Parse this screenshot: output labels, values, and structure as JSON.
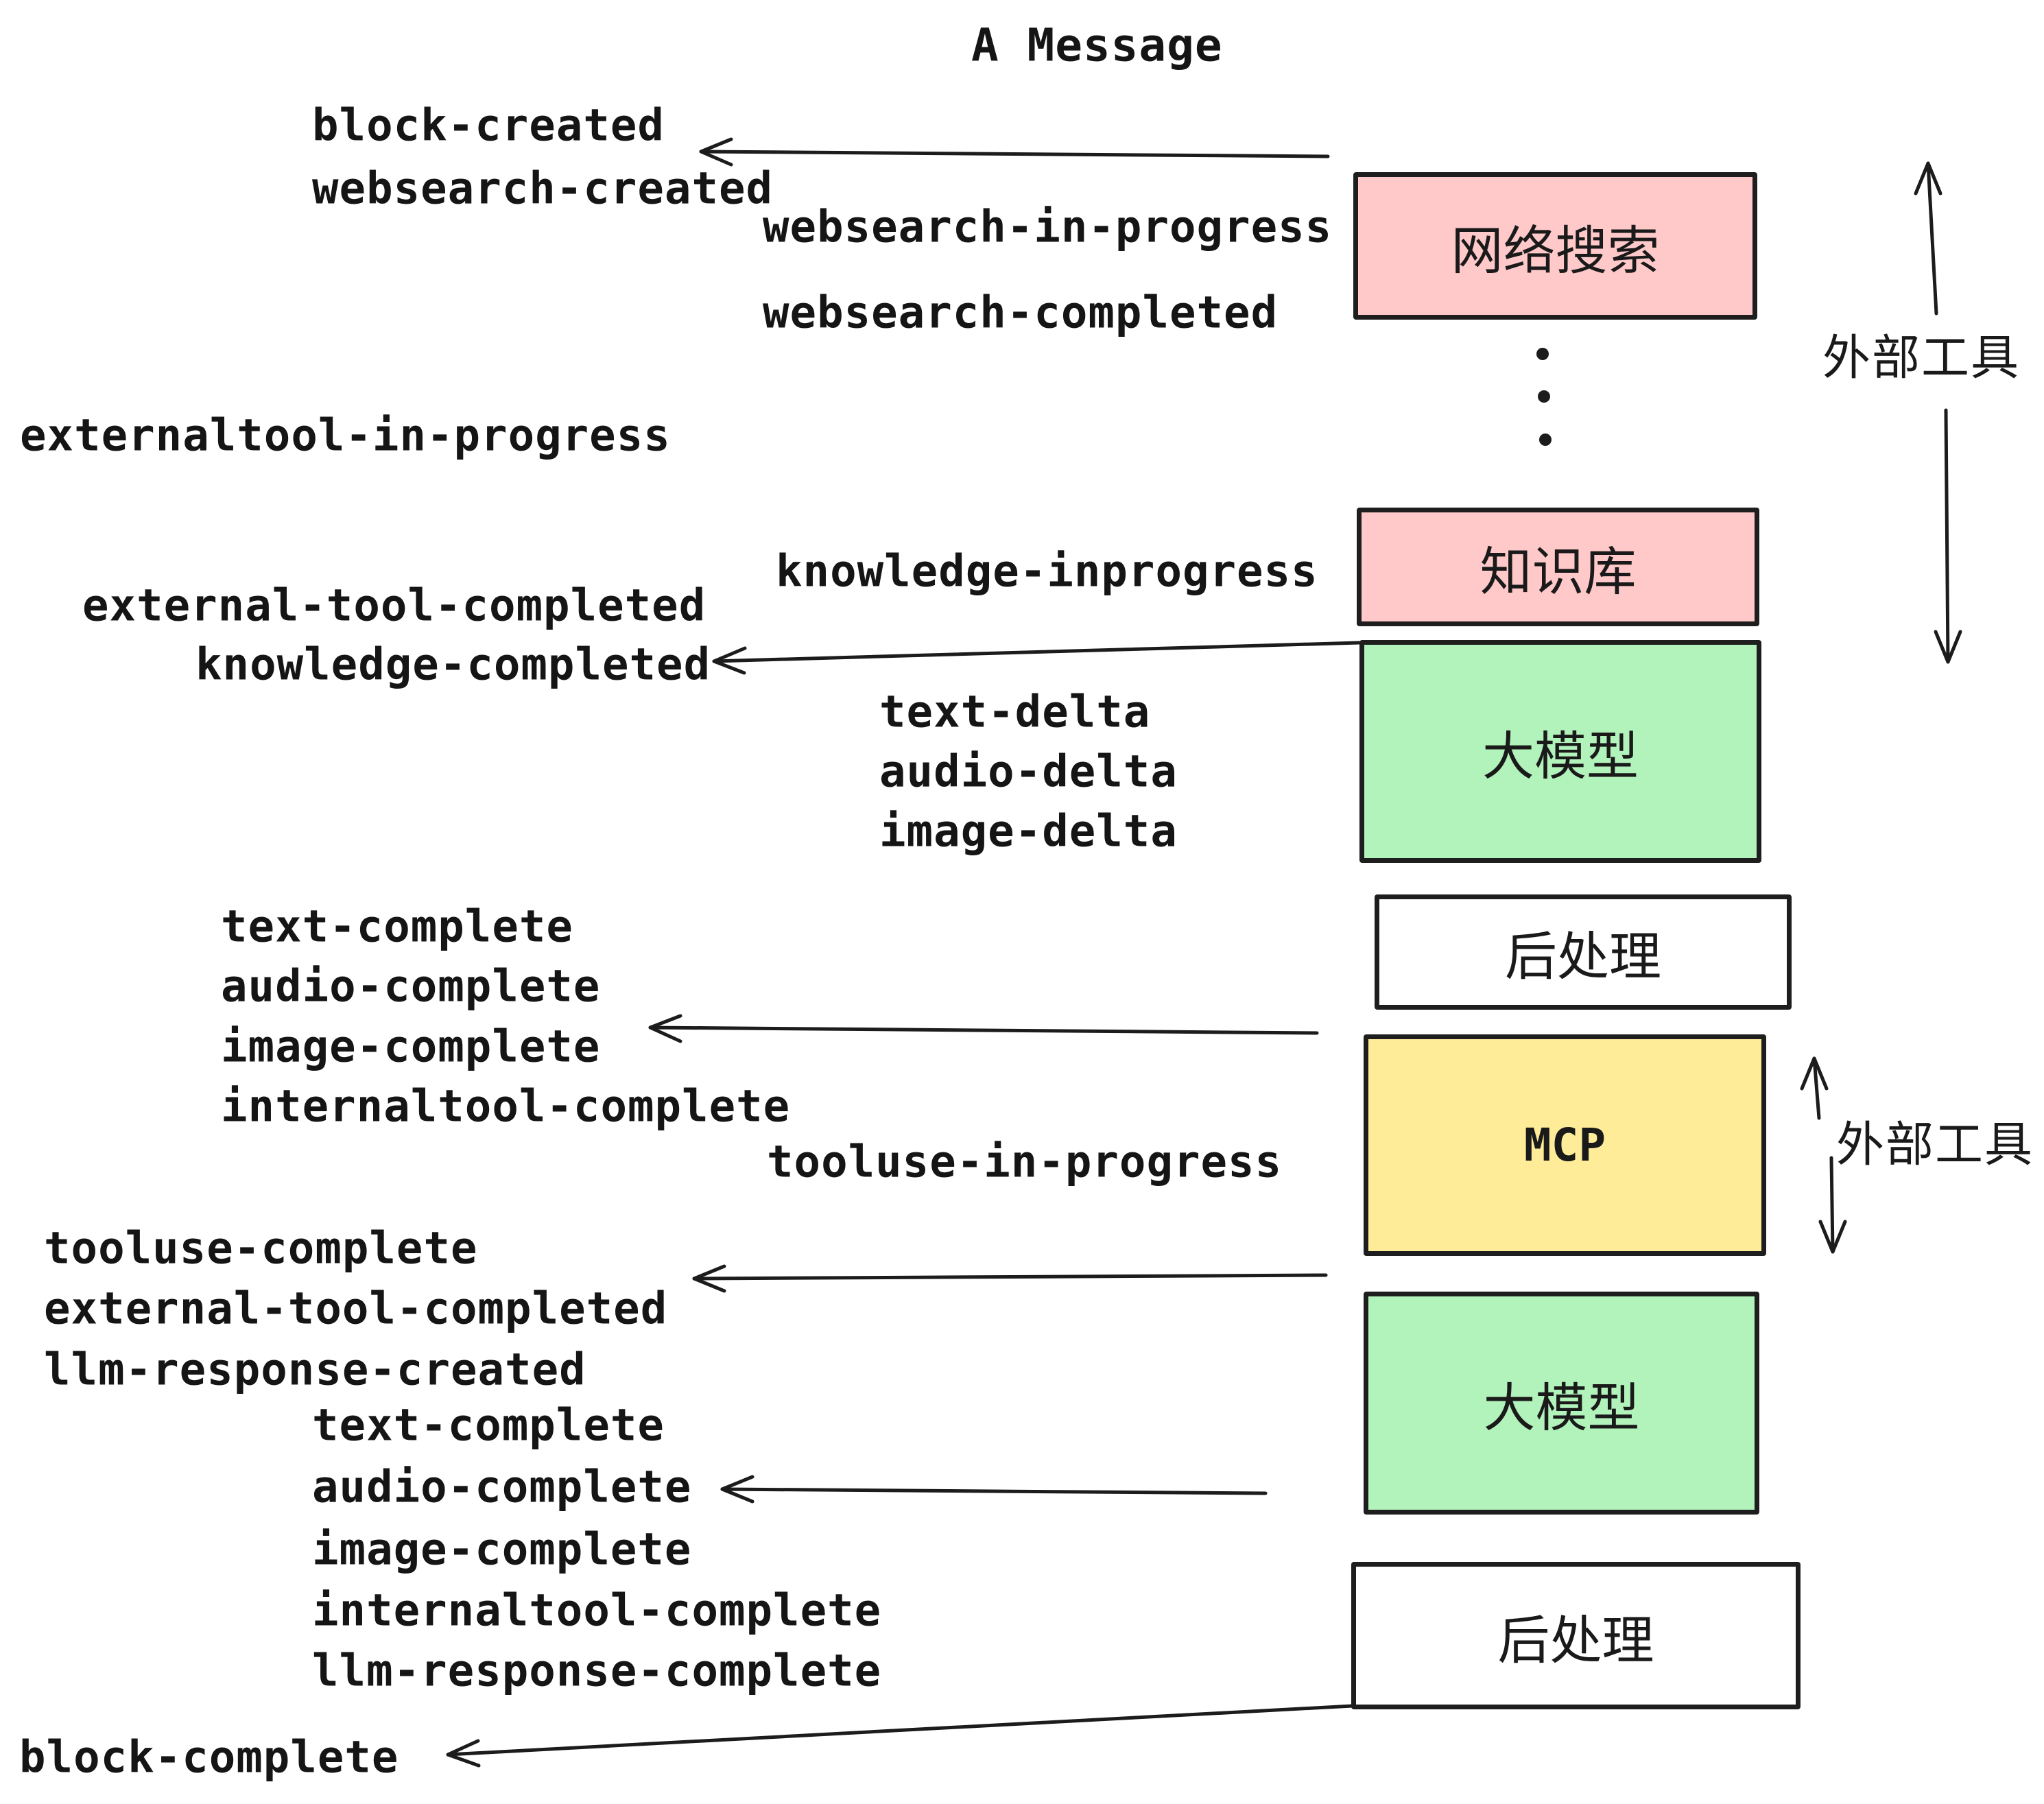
{
  "title": "A Message",
  "colors": {
    "background": "#FFFFFF",
    "ink": "#1C1C1C",
    "box_pink": "#FFC9C9",
    "box_green": "#B2F2BB",
    "box_yellow": "#FFEC99",
    "box_white": "#FFFFFF"
  },
  "boxes": [
    {
      "id": "websearch",
      "label": "网络搜索",
      "color": "#FFC9C9"
    },
    {
      "id": "knowledge",
      "label": "知识库",
      "color": "#FFC9C9"
    },
    {
      "id": "llm-1",
      "label": "大模型",
      "color": "#B2F2BB"
    },
    {
      "id": "post-1",
      "label": "后处理",
      "color": "#FFFFFF"
    },
    {
      "id": "mcp",
      "label": "MCP",
      "color": "#FFEC99"
    },
    {
      "id": "llm-2",
      "label": "大模型",
      "color": "#B2F2BB"
    },
    {
      "id": "post-2",
      "label": "后处理",
      "color": "#FFFFFF"
    }
  ],
  "side_annotations": [
    {
      "label": "外部工具"
    },
    {
      "label": "外部工具"
    }
  ],
  "events": [
    {
      "text": "block-created"
    },
    {
      "text": "websearch-created"
    },
    {
      "text": "websearch-in-progress"
    },
    {
      "text": "websearch-completed"
    },
    {
      "text": "externaltool-in-progress"
    },
    {
      "text": "knowledge-inprogress"
    },
    {
      "text": "external-tool-completed"
    },
    {
      "text": "knowledge-completed"
    },
    {
      "text": "text-delta"
    },
    {
      "text": "audio-delta"
    },
    {
      "text": "image-delta"
    },
    {
      "text": "text-complete"
    },
    {
      "text": "audio-complete"
    },
    {
      "text": "image-complete"
    },
    {
      "text": "internaltool-complete"
    },
    {
      "text": "tooluse-in-progress"
    },
    {
      "text": "tooluse-complete"
    },
    {
      "text": "external-tool-completed"
    },
    {
      "text": "llm-response-created"
    },
    {
      "text": "text-complete"
    },
    {
      "text": "audio-complete"
    },
    {
      "text": "image-complete"
    },
    {
      "text": "internaltool-complete"
    },
    {
      "text": "llm-response-complete"
    },
    {
      "text": "block-complete"
    }
  ]
}
